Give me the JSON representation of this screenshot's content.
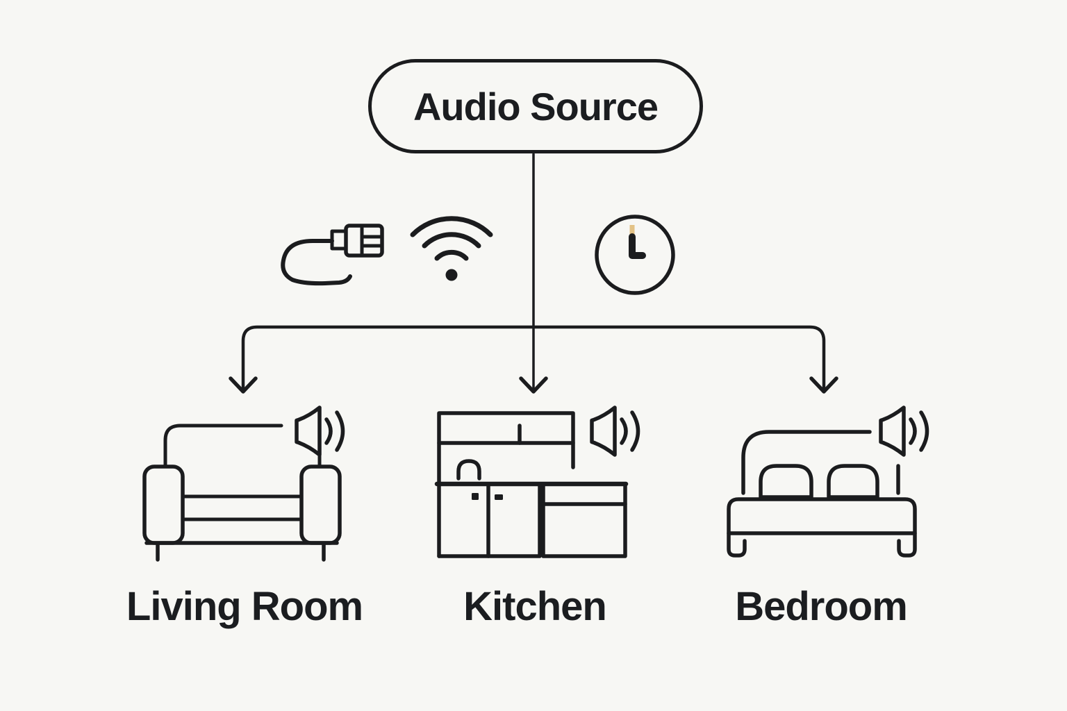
{
  "colors": {
    "background": "#f7f7f4",
    "stroke": "#1b1c1e",
    "text": "#1b1d20",
    "clock_tick_accent": "#e3c286"
  },
  "source_node": {
    "label": "Audio Source"
  },
  "connection_icons": [
    {
      "name": "cable-plug-icon"
    },
    {
      "name": "wifi-icon"
    },
    {
      "name": "clock-icon"
    }
  ],
  "rooms": [
    {
      "label": "Living Room",
      "icon": "sofa-speaker-icon"
    },
    {
      "label": "Kitchen",
      "icon": "kitchen-counter-speaker-icon"
    },
    {
      "label": "Bedroom",
      "icon": "bed-speaker-icon"
    }
  ]
}
